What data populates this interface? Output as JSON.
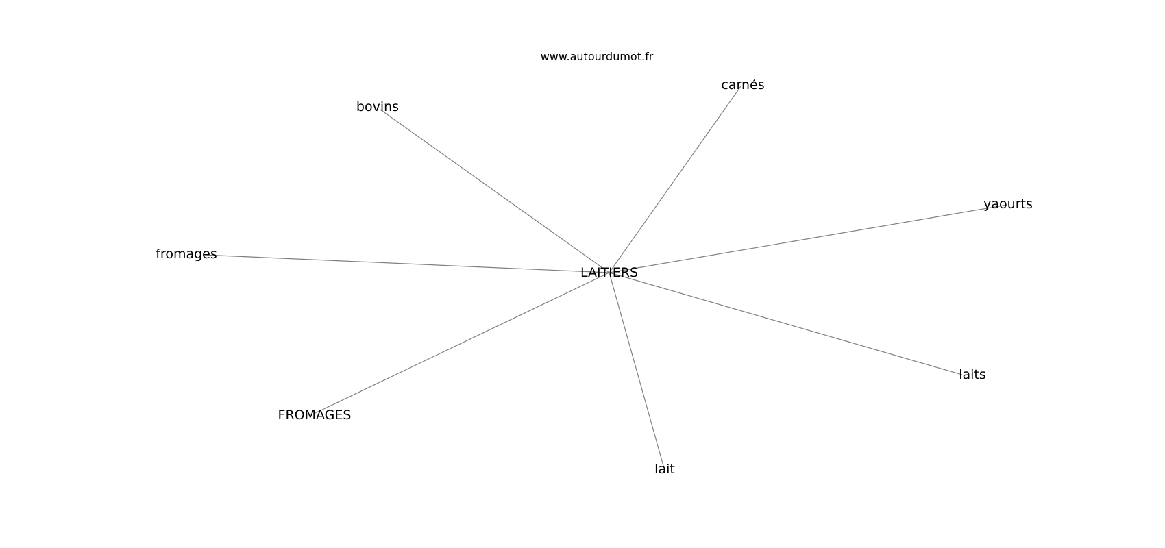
{
  "header": {
    "site_url": "www.autourdumot.fr"
  },
  "graph": {
    "center": {
      "id": "center",
      "label": "LAITIERS"
    },
    "nodes": [
      {
        "id": "bovins",
        "label": "bovins"
      },
      {
        "id": "carnes",
        "label": "carnés"
      },
      {
        "id": "yaourts",
        "label": "yaourts"
      },
      {
        "id": "fromages",
        "label": "fromages"
      },
      {
        "id": "laits",
        "label": "laits"
      },
      {
        "id": "fromages-upper",
        "label": "FROMAGES"
      },
      {
        "id": "lait",
        "label": "lait"
      }
    ],
    "edge_color": "#808080"
  }
}
